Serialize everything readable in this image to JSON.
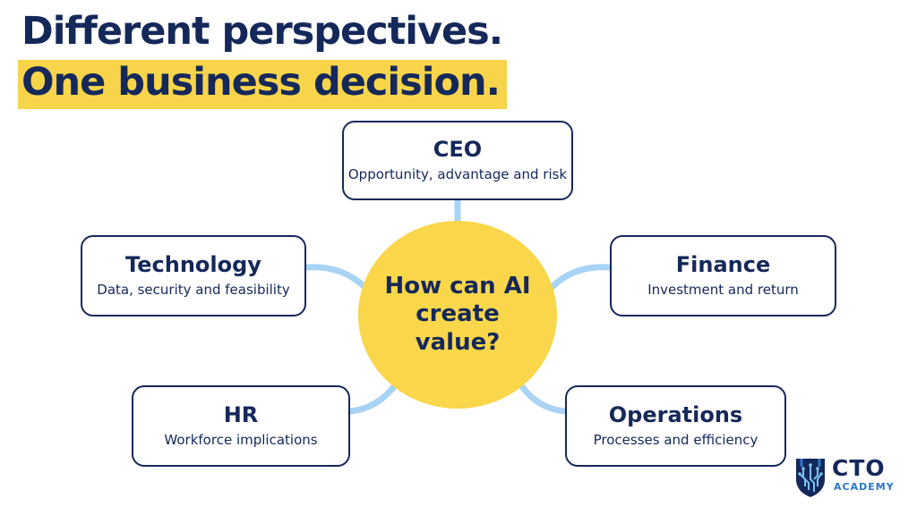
{
  "headline": {
    "line1": "Different perspectives.",
    "line2": "One business decision."
  },
  "center": {
    "text": "How can AI create value?"
  },
  "nodes": {
    "ceo": {
      "title": "CEO",
      "subtitle": "Opportunity, advantage and risk"
    },
    "technology": {
      "title": "Technology",
      "subtitle": "Data, security and feasibility"
    },
    "finance": {
      "title": "Finance",
      "subtitle": "Investment and return"
    },
    "hr": {
      "title": "HR",
      "subtitle": "Workforce implications"
    },
    "operations": {
      "title": "Operations",
      "subtitle": "Processes and efficiency"
    }
  },
  "logo": {
    "name": "CTO",
    "tagline": "ACADEMY",
    "icon": "circuit-shield-icon"
  },
  "colors": {
    "navy": "#15285a",
    "yellow": "#f7d44a",
    "connector": "#a8d3f4",
    "logo_blue": "#2a76c8"
  }
}
